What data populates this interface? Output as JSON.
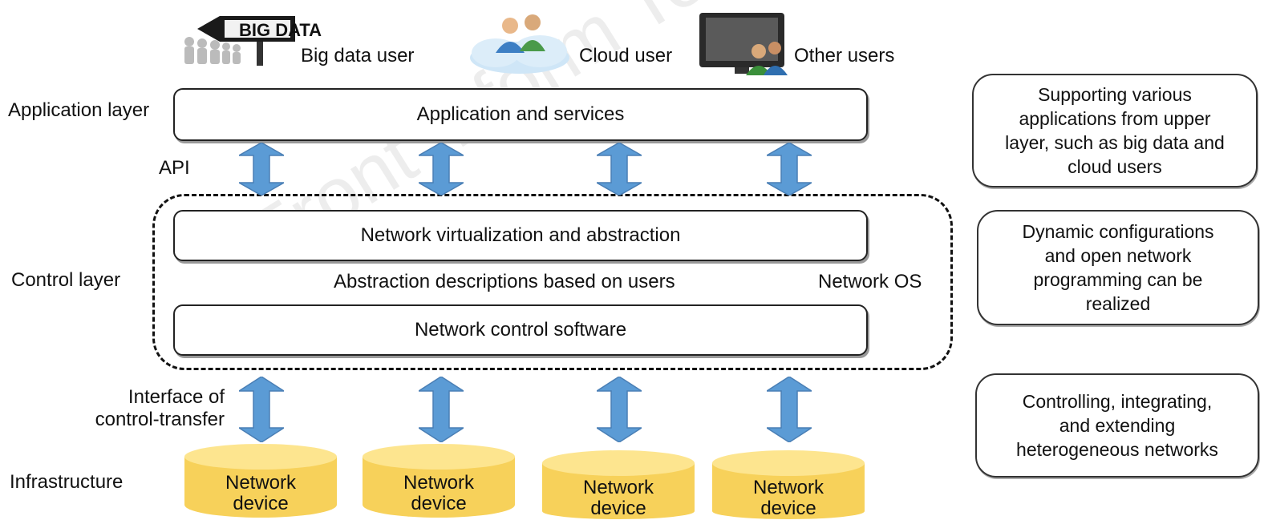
{
  "users": {
    "big_data_sign": "BIG DATA",
    "big_data_label": "Big data user",
    "cloud_label": "Cloud user",
    "other_label": "Other users"
  },
  "layers": {
    "application": "Application layer",
    "api": "API",
    "control": "Control layer",
    "interface": "Interface of\ncontrol-transfer",
    "infrastructure": "Infrastructure"
  },
  "boxes": {
    "app_services": "Application and services",
    "net_virt": "Network virtualization and abstraction",
    "abstraction_desc": "Abstraction descriptions based on users",
    "network_os": "Network OS",
    "net_control": "Network control software"
  },
  "devices": [
    "Network\ndevice",
    "Network\ndevice",
    "Network\ndevice",
    "Network\ndevice"
  ],
  "notes": {
    "app": "Supporting various\napplications from upper\nlayer, such as big data and\ncloud users",
    "control": "Dynamic configurations\nand open network\nprogramming can be\nrealized",
    "infra": "Controlling, integrating,\nand extending\nheterogeneous networks"
  },
  "watermark": "Front Inform Technol Elec",
  "colors": {
    "arrow": "#5b9bd5",
    "arrow_stroke": "#4a7fb5",
    "cylinder": "#f7d15a",
    "cylinder_top": "#fde58f"
  }
}
